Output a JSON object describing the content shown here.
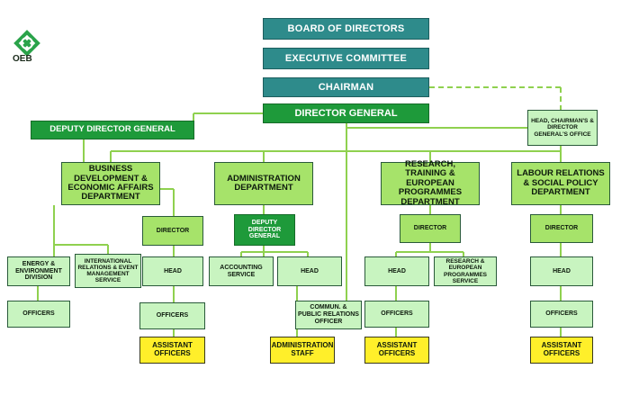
{
  "logo": {
    "icon": "oeb-knot-logo",
    "text": "OEB"
  },
  "colors": {
    "teal": "#2e8b8b",
    "dark_green": "#1e9a3a",
    "light_green": "#a6e36a",
    "pale_green": "#c8f4c0",
    "yellow": "#ffef2a",
    "line": "#8fd14f"
  },
  "top": {
    "board": "BOARD OF DIRECTORS",
    "executive": "EXECUTIVE COMMITTEE",
    "chairman": "CHAIRMAN",
    "director_general": "DIRECTOR GENERAL"
  },
  "deputy_dg": "DEPUTY DIRECTOR GENERAL",
  "head_office": "HEAD, CHAIRMAN'S & DIRECTOR GENERAL'S OFFICE",
  "business": {
    "title": "BUSINESS DEVELOPMENT & ECONOMIC AFFAIRS DEPARTMENT",
    "energy": "ENERGY & ENVIRONMENT DIVISION",
    "intl": "INTERNATIONAL RELATIONS & EVENT MANAGEMENT SERVICE",
    "energy_officers": "OFFICERS",
    "director": "DIRECTOR",
    "head": "HEAD",
    "officers": "OFFICERS",
    "assistant": "ASSISTANT OFFICERS"
  },
  "administration": {
    "title": "ADMINISTRATION DEPARTMENT",
    "deputy": "DEPUTY DIRECTOR GENERAL",
    "accounting": "ACCOUNTING SERVICE",
    "head": "HEAD",
    "commun": "COMMUN. & PUBLIC RELATIONS OFFICER",
    "staff": "ADMINISTRATION STAFF"
  },
  "research": {
    "title": "RESEARCH, TRAINING & EUROPEAN PROGRAMMES DEPARTMENT",
    "director": "DIRECTOR",
    "head": "HEAD",
    "service": "RESEARCH & EUROPEAN PROGRAMMES SERVICE",
    "officers": "OFFICERS",
    "assistant": "ASSISTANT OFFICERS"
  },
  "labour": {
    "title": "LABOUR RELATIONS & SOCIAL POLICY DEPARTMENT",
    "director": "DIRECTOR",
    "head": "HEAD",
    "officers": "OFFICERS",
    "assistant": "ASSISTANT OFFICERS"
  }
}
